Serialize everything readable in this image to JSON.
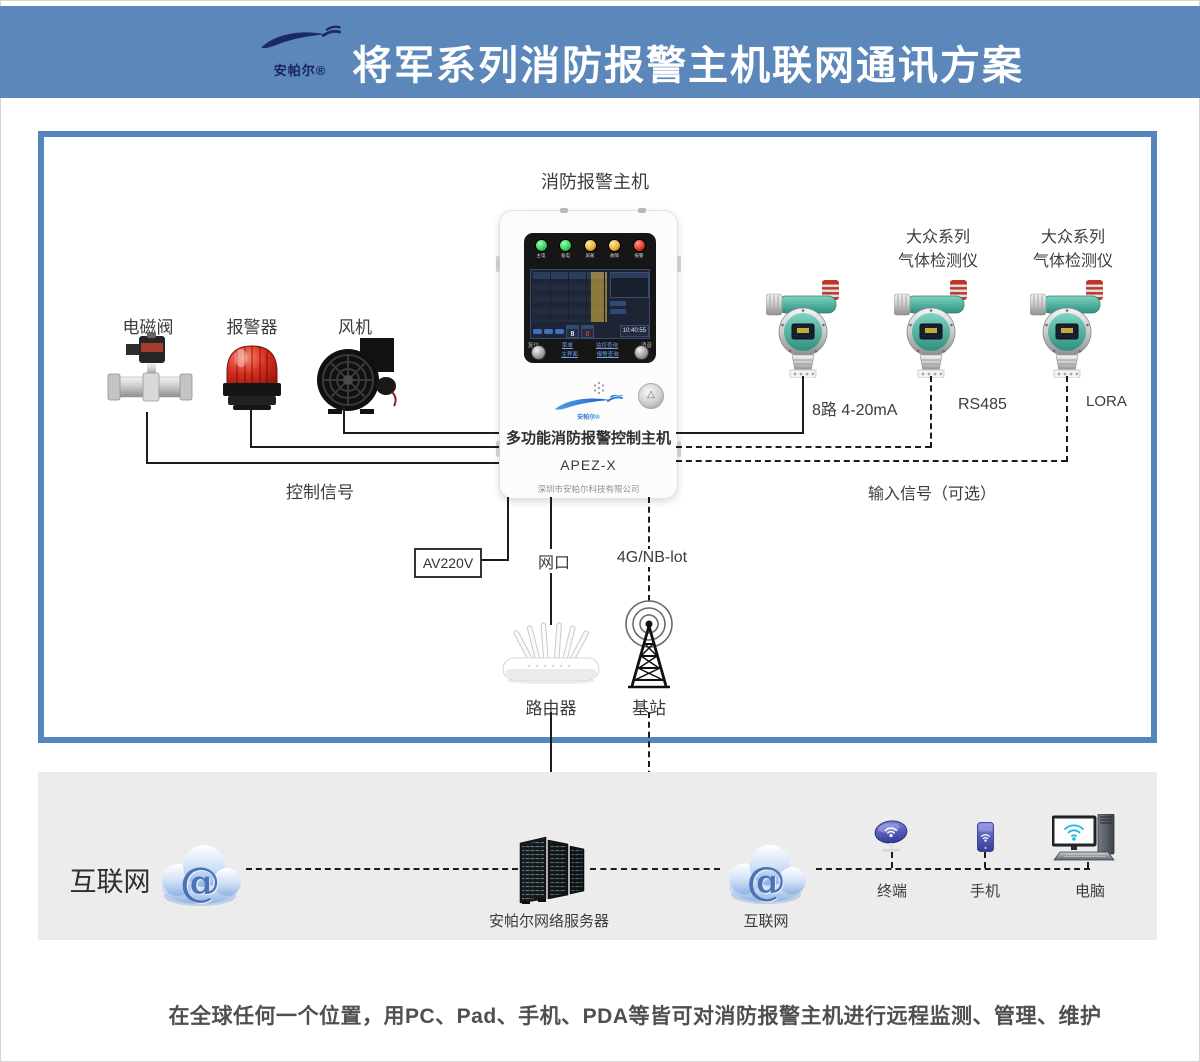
{
  "header": {
    "brand": "安帕尔®",
    "title": "将军系列消防报警主机联网通讯方案"
  },
  "diagram": {
    "host_caption": "消防报警主机",
    "host": {
      "leds": [
        {
          "label": "主电",
          "color": "#3ad15c"
        },
        {
          "label": "备电",
          "color": "#3ad15c"
        },
        {
          "label": "屏蔽",
          "color": "#e8b33a"
        },
        {
          "label": "故障",
          "color": "#e8b33a"
        },
        {
          "label": "报警",
          "color": "#e2392d"
        }
      ],
      "screen": {
        "zone_count": "8",
        "alarm_count": "0",
        "clock": "10:40:55"
      },
      "buttons": {
        "reset": "复位",
        "menu": "菜单",
        "monitor_query": "监控查询",
        "mute": "消音",
        "main_ui": "主界面",
        "alarm_query": "报警查询"
      },
      "brand": "安帕尔®",
      "product_name": "多功能消防报警控制主机",
      "model": "APEZ-X",
      "company": "深圳市安帕尔科技有限公司"
    },
    "outputs": {
      "signal_label": "控制信号",
      "devices": [
        {
          "label": "电磁阀"
        },
        {
          "label": "报警器"
        },
        {
          "label": "风机"
        }
      ]
    },
    "inputs": {
      "signal_label": "输入信号（可选）",
      "series_line1": "大众系列",
      "series_line2": "气体检测仪",
      "detectors": [
        {
          "connection": "8路 4-20mA"
        },
        {
          "connection": "RS485"
        },
        {
          "connection": "LORA"
        }
      ]
    },
    "power_label": "AV220V",
    "lan_label": "网口",
    "cellular_label": "4G/NB-lot",
    "router_label": "路由器",
    "base_station_label": "基站"
  },
  "network": {
    "internet_title": "互联网",
    "server_label": "安帕尔网络服务器",
    "cloud_label": "互联网",
    "at": "@",
    "endpoints": [
      {
        "label": "终端"
      },
      {
        "label": "手机"
      },
      {
        "label": "电脑"
      }
    ]
  },
  "page": {
    "caption": "在全球任何一个位置，用PC、Pad、手机、PDA等皆可对消防报警主机进行远程监测、管理、维护"
  },
  "colors": {
    "header_blue": "#5b87ba",
    "frame_blue": "#5585bd",
    "band_gray": "#ececec",
    "wire_black": "#1c1c1c",
    "detector_teal": "#3a9c8a",
    "beacon_red": "#c3231a",
    "screen_bg": "#1d2433",
    "count_red": "#e0392e",
    "panel_link_blue": "#6f9fe8"
  }
}
